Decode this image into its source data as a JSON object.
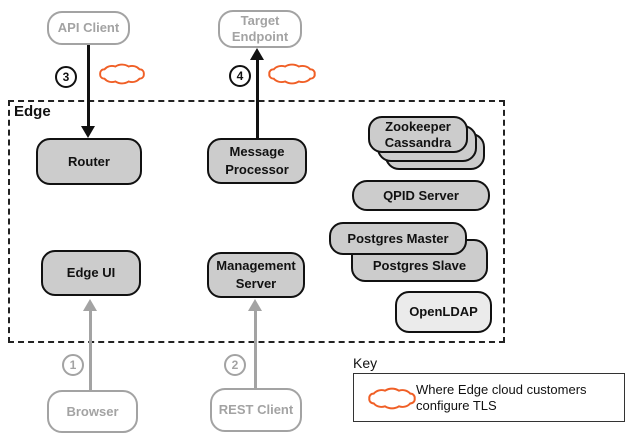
{
  "edge": {
    "label": "Edge"
  },
  "external": {
    "api_client": "API Client",
    "target_endpoint": {
      "line1": "Target",
      "line2": "Endpoint"
    },
    "browser": "Browser",
    "rest_client": "REST Client"
  },
  "internal": {
    "router": "Router",
    "message_processor": {
      "line1": "Message",
      "line2": "Processor"
    },
    "edge_ui": "Edge UI",
    "management_server": {
      "line1": "Management",
      "line2": "Server"
    },
    "zookeeper_stack": {
      "line1": "Zookeeper",
      "line2": "Cassandra"
    },
    "qpid_server": "QPID Server",
    "postgres_master": "Postgres Master",
    "postgres_slave": "Postgres Slave",
    "openldap": "OpenLDAP"
  },
  "steps": {
    "s1": "1",
    "s2": "2",
    "s3": "3",
    "s4": "4"
  },
  "key": {
    "title": "Key",
    "legend_line1": "Where Edge cloud customers",
    "legend_line2": "configure TLS"
  },
  "colors": {
    "tls_cloud_orange": "#F05F26",
    "node_fill": "#CCCCCC",
    "node_fill_light": "#EBEBEB",
    "external_gray": "#A3A3A3",
    "line_black": "#111111"
  }
}
